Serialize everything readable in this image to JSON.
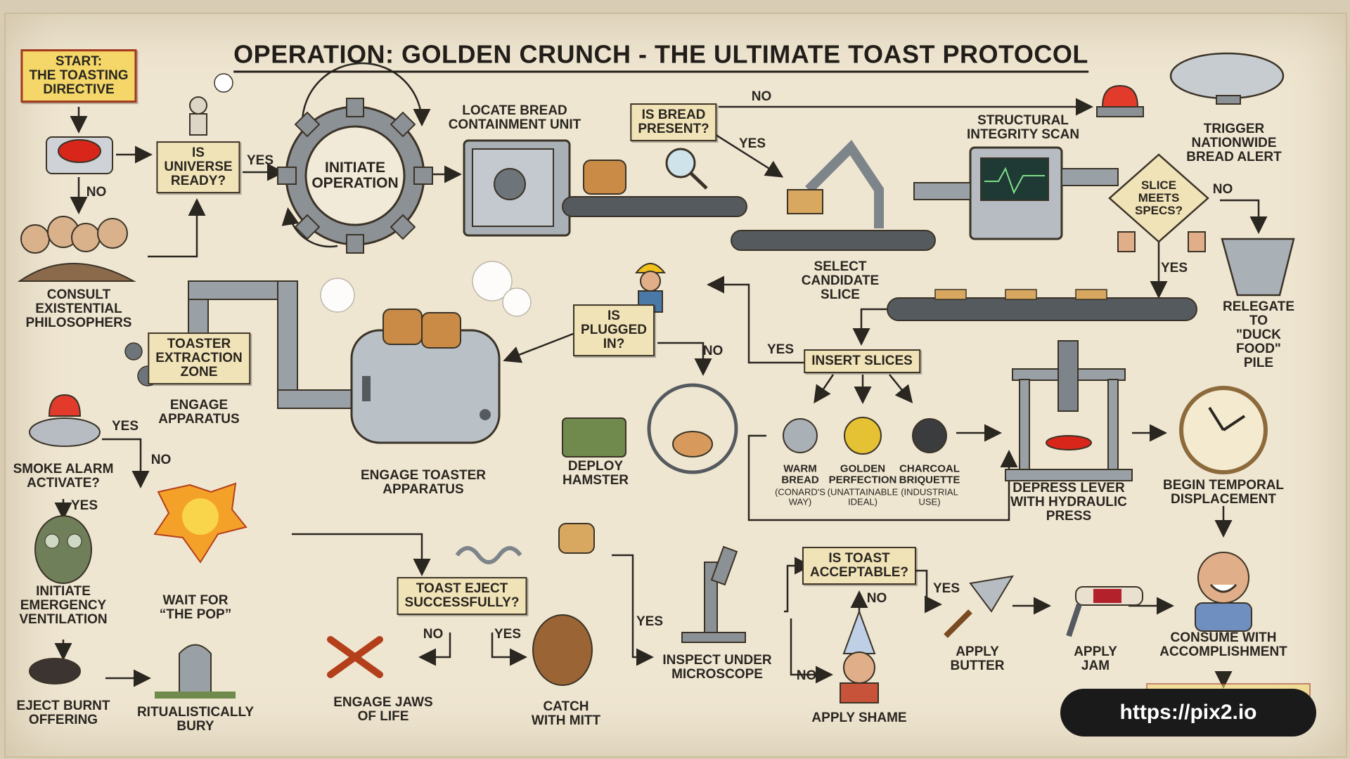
{
  "title": "OPERATION: GOLDEN CRUNCH - THE ULTIMATE TOAST PROTOCOL",
  "nodes": {
    "start": "START:\nTHE TOASTING\nDIRECTIVE",
    "universe_ready": "IS\nUNIVERSE\nREADY?",
    "initiate_operation": "INITIATE\nOPERATION",
    "consult_philosophers": "CONSULT\nEXISTENTIAL\nPHILOSOPHERS",
    "locate_bread": "LOCATE BREAD\nCONTAINMENT UNIT",
    "bread_present": "IS BREAD\nPRESENT?",
    "structural_scan": "STRUCTURAL\nINTEGRITY SCAN",
    "bread_alert": "TRIGGER\nNATIONWIDE\nBREAD ALERT",
    "slice_specs": "SLICE\nMEETS\nSPECS?",
    "select_slice": "SELECT\nCANDIDATE\nSLICE",
    "duck_food": "RELEGATE TO\n\"DUCK FOOD\"\nPILE",
    "extraction_zone": "TOASTER\nEXTRACTION\nZONE",
    "engage_apparatus_small": "ENGAGE\nAPPARATUS",
    "plugged_in": "IS\nPLUGGED\nIN?",
    "insert_slices": "INSERT SLICES",
    "engage_toaster": "ENGAGE TOASTER\nAPPARATUS",
    "deploy_hamster": "DEPLOY\nHAMSTER",
    "depress_lever": "DEPRESS LEVER\nWITH HYDRAULIC\nPRESS",
    "temporal": "BEGIN TEMPORAL\nDISPLACEMENT",
    "smoke_alarm": "SMOKE ALARM\nACTIVATE?",
    "ventilation": "INITIATE\nEMERGENCY\nVENTILATION",
    "wait_pop": "WAIT FOR\n“THE POP”",
    "toast_eject": "TOAST EJECT\nSUCCESSFULLY?",
    "toast_acceptable": "IS TOAST\nACCEPTABLE?",
    "microscope": "INSPECT UNDER\nMICROSCOPE",
    "butter": "APPLY\nBUTTER",
    "jam": "APPLY\nJAM",
    "consume": "CONSUME WITH\nACCOMPLISHMENT",
    "eject_burnt": "EJECT BURNT\nOFFERING",
    "bury": "RITUALISTICALLY\nBURY",
    "jaws": "ENGAGE JAWS\nOF LIFE",
    "mitt": "CATCH\nWITH MITT",
    "shame": "APPLY SHAME"
  },
  "dials": [
    {
      "name": "WARM\nBREAD",
      "note": "(CONARD'S\nWAY)"
    },
    {
      "name": "GOLDEN\nPERFECTION",
      "note": "(UNATTAINABLE\nIDEAL)"
    },
    {
      "name": "CHARCOAL\nBRIQUETTE",
      "note": "(INDUSTRIAL\nUSE)"
    }
  ],
  "edges": {
    "yes": "YES",
    "no": "NO"
  },
  "watermark": "https://pix2.io"
}
